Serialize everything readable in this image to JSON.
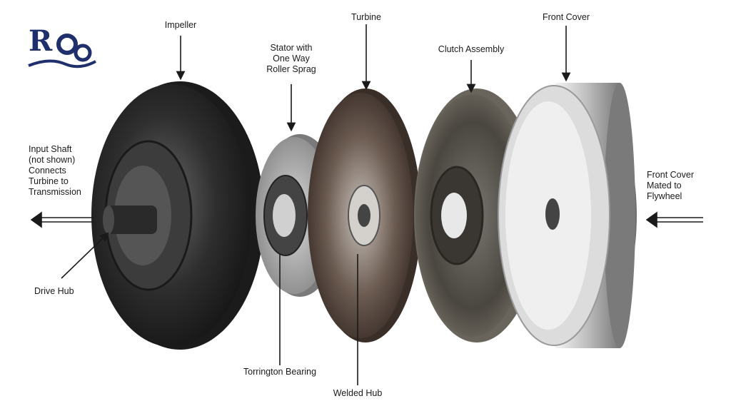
{
  "logo": {
    "text": "R",
    "colors": {
      "primary": "#1f2f6b"
    }
  },
  "labels": {
    "impeller": "Impeller",
    "stator": "Stator with\nOne  Way\nRoller Sprag",
    "turbine": "Turbine",
    "clutch": "Clutch Assembly",
    "front_cover": "Front Cover",
    "input_shaft": "Input Shaft\n(not shown)\nConnects\nTurbine to\nTransmission",
    "front_cover_mated": "Front Cover\nMated to\nFlywheel",
    "drive_hub": "Drive Hub",
    "torrington": "Torrington Bearing",
    "welded_hub": "Welded Hub"
  },
  "colors": {
    "impeller": "#2b2b2b",
    "stator": "#9a9a9a",
    "turbine": "#5a4a40",
    "clutch": "#4a4640",
    "cover": "#c8c8c8",
    "arrow": "#1a1a1a"
  }
}
